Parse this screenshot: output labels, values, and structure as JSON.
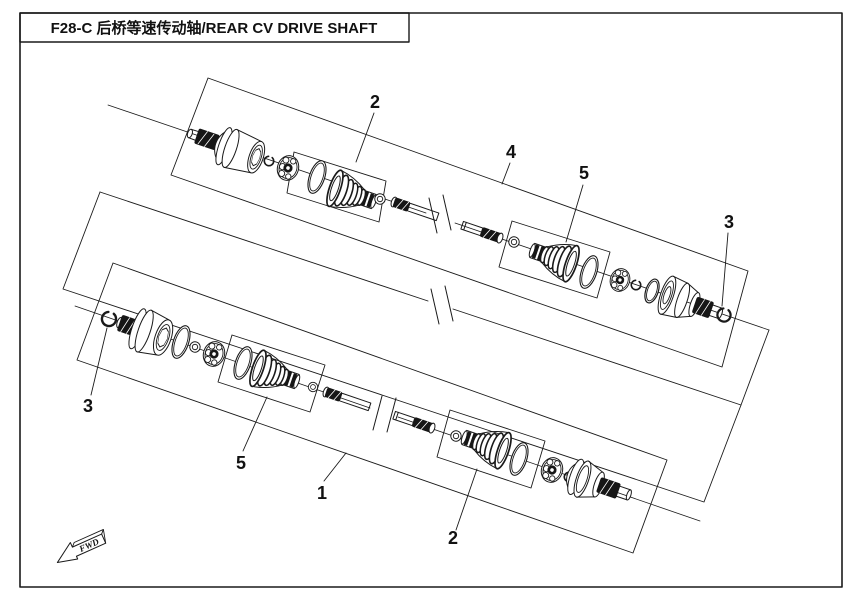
{
  "page": {
    "title": "F28-C  后桥等速传动轴/REAR CV DRIVE SHAFT"
  },
  "diagram": {
    "figure_code": "F28-C",
    "title_cn": "后桥等速传动轴",
    "title_en": "REAR CV DRIVE SHAFT",
    "orientation_label": "FWD",
    "callouts": {
      "c1": "1",
      "c2_upper": "2",
      "c2_lower": "2",
      "c3_upper": "3",
      "c3_lower": "3",
      "c4": "4",
      "c5_upper": "5",
      "c5_lower": "5"
    }
  }
}
